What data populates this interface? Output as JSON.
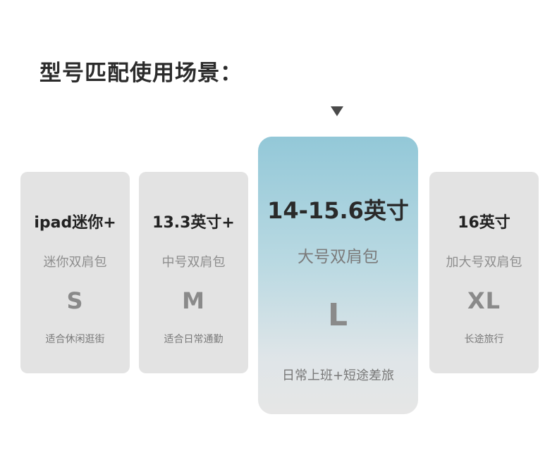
{
  "title": "型号匹配使用场景：",
  "cards": [
    {
      "name": "ipad迷你+",
      "type": "迷你双肩包",
      "size": "S",
      "scene": "适合休闲逛街"
    },
    {
      "name": "13.3英寸+",
      "type": "中号双肩包",
      "size": "M",
      "scene": "适合日常通勤"
    },
    {
      "name": "14-15.6英寸",
      "type": "大号双肩包",
      "size": "L",
      "scene": "日常上班+短途差旅"
    },
    {
      "name": "16英寸",
      "type": "加大号双肩包",
      "size": "XL",
      "scene": "长途旅行"
    }
  ],
  "selected_index": 2,
  "colors": {
    "card_bg": "#e3e3e3",
    "featured_top": "#93c8d8",
    "featured_bottom": "#e6e6e6",
    "marker": "#4a4a4a"
  },
  "icons": {
    "marker": "down-triangle-icon"
  }
}
